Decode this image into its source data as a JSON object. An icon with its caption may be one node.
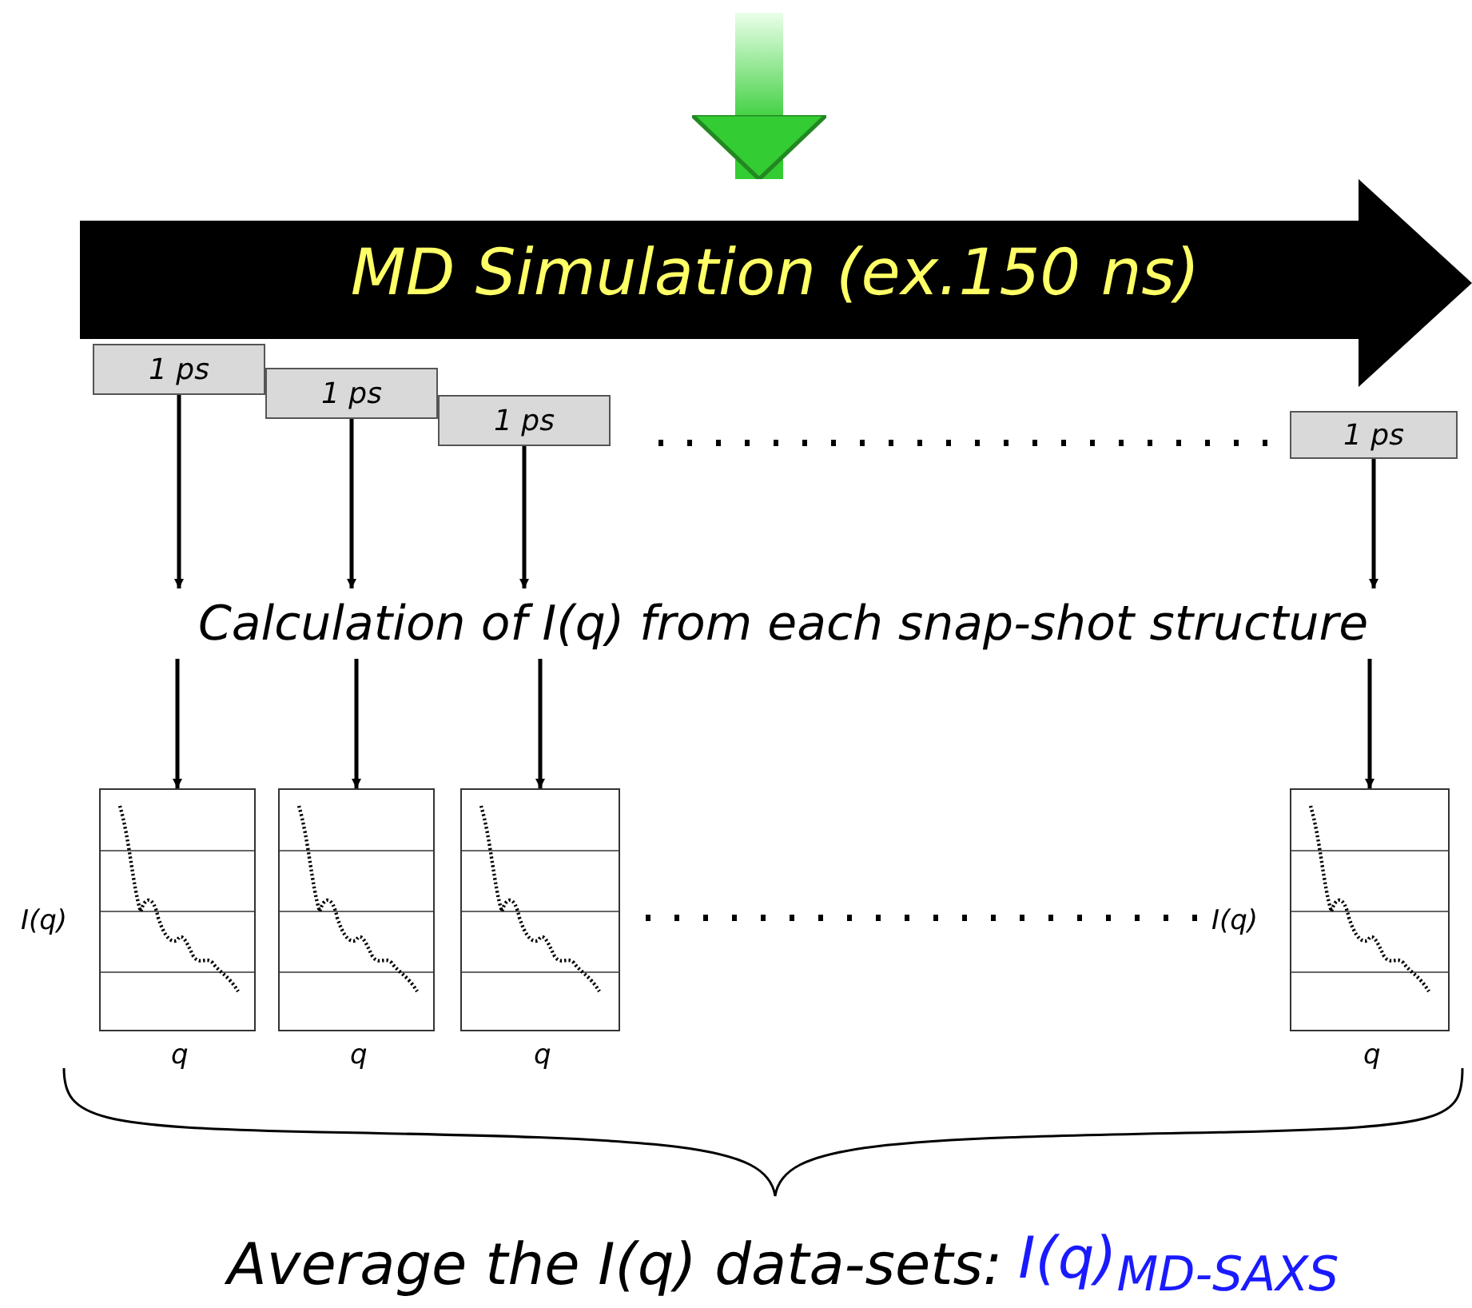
{
  "diagram": {
    "nodes": [
      {
        "text": [
          "MD Simulation (ex.150 ns)"
        ]
      },
      {
        "text": [
          "1 ps"
        ]
      },
      {
        "text": [
          "1 ps"
        ]
      },
      {
        "text": [
          "1 ps"
        ]
      },
      {
        "text": [
          "1 ps"
        ]
      },
      {
        "text": [
          "Calculation of I(q) from each snap-shot structure"
        ]
      },
      {
        "text": [],
        "shape": "picture",
        "beside": [
          "I(q)",
          "q"
        ]
      },
      {
        "text": [],
        "shape": "picture",
        "beside": [
          "q"
        ]
      },
      {
        "text": [],
        "shape": "picture",
        "beside": [
          "q"
        ]
      },
      {
        "text": [],
        "shape": "picture",
        "beside": [
          "I(q)",
          "q"
        ]
      },
      {
        "text": [
          "Average the I(q) data-sets:",
          "I(q)$_{MD-SAXS}$"
        ]
      }
    ],
    "edges": [
      {
        "from": null,
        "to": 0,
        "arrow": "to",
        "style": "thick",
        "color": "#33cc33"
      },
      {
        "from": 1,
        "to": 5,
        "arrow": "to"
      },
      {
        "from": 2,
        "to": 5,
        "arrow": "to"
      },
      {
        "from": 3,
        "to": 5,
        "arrow": "to"
      },
      {
        "from": 4,
        "to": 5,
        "arrow": "to"
      },
      {
        "from": 5,
        "to": 6,
        "arrow": "to"
      },
      {
        "from": 5,
        "to": 7,
        "arrow": "to"
      },
      {
        "from": 5,
        "to": 8,
        "arrow": "to"
      },
      {
        "from": 5,
        "to": 9,
        "arrow": "to"
      }
    ]
  }
}
